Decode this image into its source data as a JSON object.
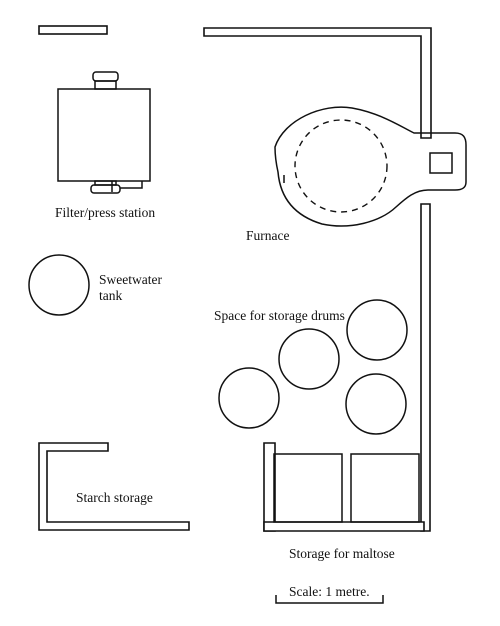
{
  "labels": {
    "filter_press": "Filter/press station",
    "furnace": "Furnace",
    "sweetwater_line1": "Sweetwater",
    "sweetwater_line2": "tank",
    "storage_drums": "Space for storage drums",
    "starch": "Starch storage",
    "maltose": "Storage for maltose",
    "scale": "Scale: 1 metre."
  },
  "colors": {
    "ink": "#111111",
    "paper": "#ffffff"
  }
}
